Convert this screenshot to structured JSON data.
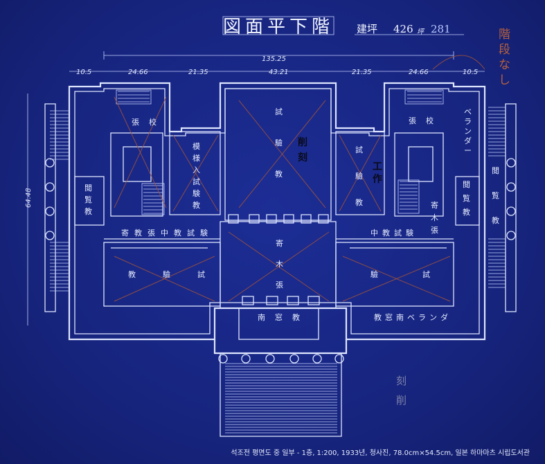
{
  "title": {
    "chars": [
      "図",
      "面",
      "平",
      "下",
      "階"
    ],
    "area_label": "建坪",
    "area_value": "426",
    "area_unit": "坪",
    "area_fraction": "281"
  },
  "dimensions": {
    "overall": "135.25",
    "segments": [
      "10.5",
      "24.66",
      "21.35",
      "43.21",
      "21.35",
      "24.66",
      "10.5"
    ],
    "depth": "64.48"
  },
  "rooms": {
    "center_top": [
      "試",
      "驗",
      "教"
    ],
    "left_model": [
      "模",
      "様",
      "入",
      "試",
      "験",
      "教"
    ],
    "right_upper": [
      "試",
      "驗",
      "教"
    ],
    "left_top_small": [
      "張",
      "校"
    ],
    "right_top_small": [
      "張",
      "校"
    ],
    "corridor_left": "寄教張中教試験",
    "corridor_right": "中教試験",
    "right_corridor_vert": [
      "寄",
      "木",
      "張"
    ],
    "hall_center": [
      "寄",
      "木",
      "張"
    ],
    "left_lower": [
      "教",
      "驗",
      "試"
    ],
    "right_lower": [
      "驗",
      "試"
    ],
    "left_reading": [
      "閲",
      "覧",
      "教"
    ],
    "right_reading_inner": [
      "閲",
      "覧",
      "教"
    ],
    "right_reading_outer": [
      "閲",
      "覧",
      "教"
    ],
    "veranda": [
      "ベ",
      "ラ",
      "ン",
      "ダ",
      "ー"
    ],
    "south_center": "南窓教",
    "south_right": "教窓南ベランダ"
  },
  "annotations": {
    "red_note": [
      "階",
      "段",
      "な",
      "し"
    ],
    "ink_center": [
      "削",
      "刻"
    ],
    "ink_right": [
      "工",
      "作"
    ],
    "pencil_note": [
      "刻",
      "削"
    ]
  },
  "caption": "석조전 평면도 중 일부 - 1층, 1:200, 1933년, 청사진, 78.0cm×54.5cm, 일본 하마마츠 시립도서관",
  "colors": {
    "paper": "#16237e",
    "line": "#dfe6ff",
    "red_pencil": "#a3543a"
  }
}
